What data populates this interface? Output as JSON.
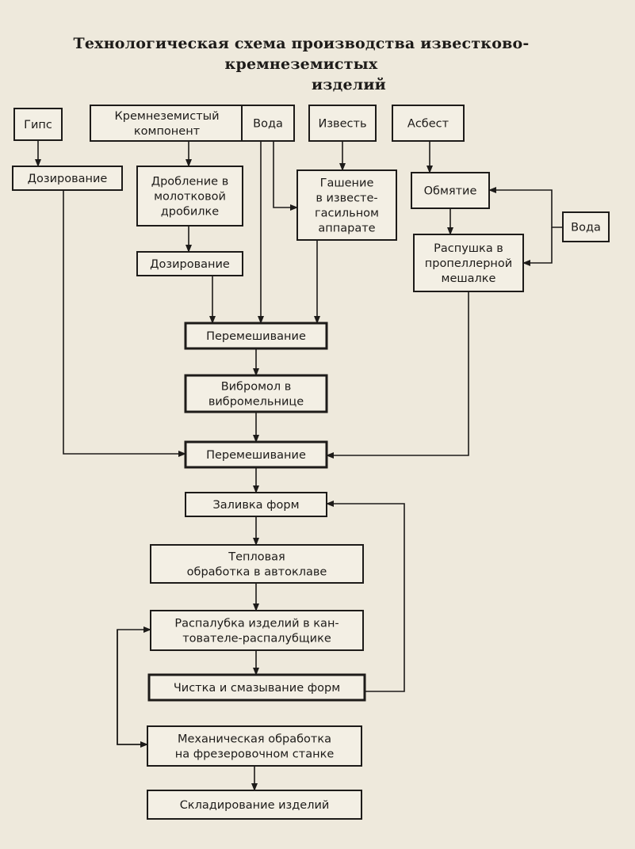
{
  "title": {
    "line1": "Технологическая схема производства известково-кремнеземистых",
    "line2": "изделий"
  },
  "nodes": {
    "gips": [
      "Гипс"
    ],
    "kremnezem": [
      "Кремнеземистый",
      "компонент"
    ],
    "voda1": [
      "Вода"
    ],
    "izvest": [
      "Известь"
    ],
    "asbest": [
      "Асбест"
    ],
    "doz1": [
      "Дозирование"
    ],
    "droblenie": [
      "Дробление в",
      "молотковой",
      "дробилке"
    ],
    "gashenie": [
      "Гашение",
      "в известе-",
      "гасильном",
      "аппарате"
    ],
    "obmyatie": [
      "Обмятие"
    ],
    "voda2": [
      "Вода"
    ],
    "raspushka": [
      "Распушка в",
      "пропеллерной",
      "мешалке"
    ],
    "doz2": [
      "Дозирование"
    ],
    "mix1": [
      "Перемешивание"
    ],
    "vibromol": [
      "Вибромол в",
      "вибромельнице"
    ],
    "mix2": [
      "Перемешивание"
    ],
    "zalivka": [
      "Заливка форм"
    ],
    "teplovaya": [
      "Тепловая",
      "обработка в автоклаве"
    ],
    "raspalubka": [
      "Распалубка изделий в кан-",
      "тователе-распалубщике"
    ],
    "chistka": [
      "Чистка и смазывание форм"
    ],
    "mehobr": [
      "Механическая обработка",
      "на фрезеровочном станке"
    ],
    "sklad": [
      "Складирование изделий"
    ]
  }
}
